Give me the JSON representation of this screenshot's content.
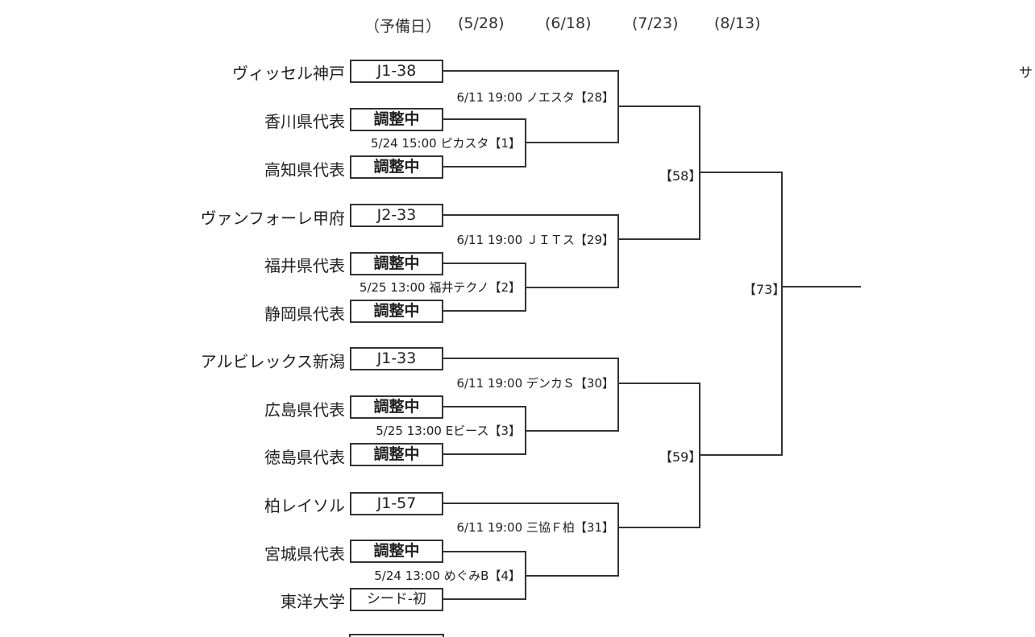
{
  "round_dates": [
    "（予備日）",
    "(5/28)",
    "(6/18)",
    "(7/23)",
    "(8/13)"
  ],
  "teams": [
    {
      "name": "ヴィッセル神戸",
      "status": "J1-38"
    },
    {
      "name": "香川県代表",
      "status": "調整中"
    },
    {
      "name": "高知県代表",
      "status": "調整中"
    },
    {
      "name": "ヴァンフォーレ甲府",
      "status": "J2-33"
    },
    {
      "name": "福井県代表",
      "status": "調整中"
    },
    {
      "name": "静岡県代表",
      "status": "調整中"
    },
    {
      "name": "アルビレックス新潟",
      "status": "J1-33"
    },
    {
      "name": "広島県代表",
      "status": "調整中"
    },
    {
      "name": "徳島県代表",
      "status": "調整中"
    },
    {
      "name": "柏レイソル",
      "status": "J1-57"
    },
    {
      "name": "宮城県代表",
      "status": "調整中"
    },
    {
      "name": "東洋大学",
      "status": "シード-初"
    }
  ],
  "first_round": [
    "5/24 15:00 ピカスタ【1】",
    "5/25 13:00 福井テクノ【2】",
    "5/25 13:00 Eビース【3】",
    "5/24 13:00 めぐみB【4】"
  ],
  "second_round": [
    "6/11 19:00 ノエスタ【28】",
    "6/11 19:00 ＪＩＴス【29】",
    "6/11 19:00 デンカＳ【30】",
    "6/11 19:00 三協Ｆ柏【31】"
  ],
  "third_round": [
    "【58】",
    "【59】"
  ],
  "fourth_round": [
    "【73】"
  ],
  "cut_off": {
    "right_edge_text": "サ"
  }
}
